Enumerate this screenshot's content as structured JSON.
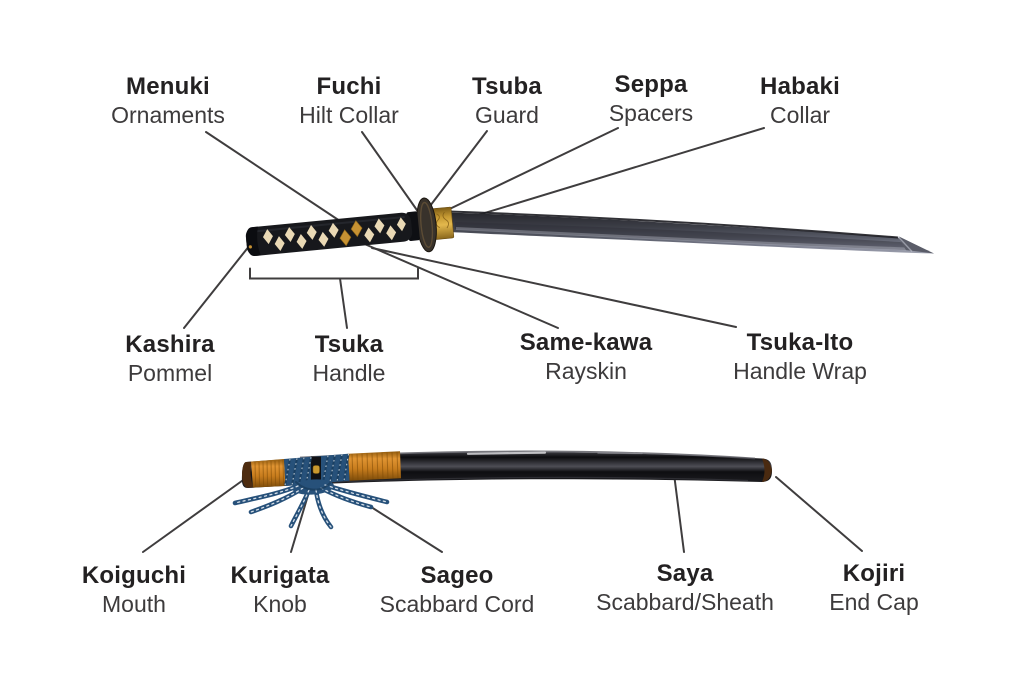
{
  "diagram_subject": "Katana parts diagram",
  "labels": {
    "top": [
      {
        "name": "Menuki",
        "desc": "Ornaments"
      },
      {
        "name": "Fuchi",
        "desc": "Hilt Collar"
      },
      {
        "name": "Tsuba",
        "desc": "Guard"
      },
      {
        "name": "Seppa",
        "desc": "Spacers"
      },
      {
        "name": "Habaki",
        "desc": "Collar"
      }
    ],
    "middle": [
      {
        "name": "Kashira",
        "desc": "Pommel"
      },
      {
        "name": "Tsuka",
        "desc": "Handle"
      },
      {
        "name": "Same-kawa",
        "desc": "Rayskin"
      },
      {
        "name": "Tsuka-Ito",
        "desc": "Handle Wrap"
      }
    ],
    "bottom": [
      {
        "name": "Koiguchi",
        "desc": "Mouth"
      },
      {
        "name": "Kurigata",
        "desc": "Knob"
      },
      {
        "name": "Sageo",
        "desc": "Scabbard Cord"
      },
      {
        "name": "Saya",
        "desc": "Scabbard/Sheath"
      },
      {
        "name": "Kojiri",
        "desc": "End Cap"
      }
    ]
  },
  "colors": {
    "background": "#ffffff",
    "label_name_text": "#232122",
    "label_desc_text": "#3d3b3c",
    "leader_line": "#3f3d3e",
    "handle_black": "#17181c",
    "rayskin_cream": "#ead9b5",
    "menuki_gold": "#c79233",
    "habaki_gold": "#c9992f",
    "blade_steel": "#4b4d58",
    "saya_black": "#0b0b0e",
    "sageo_blue": "#27517a",
    "ito_orange": "#c87f22"
  }
}
